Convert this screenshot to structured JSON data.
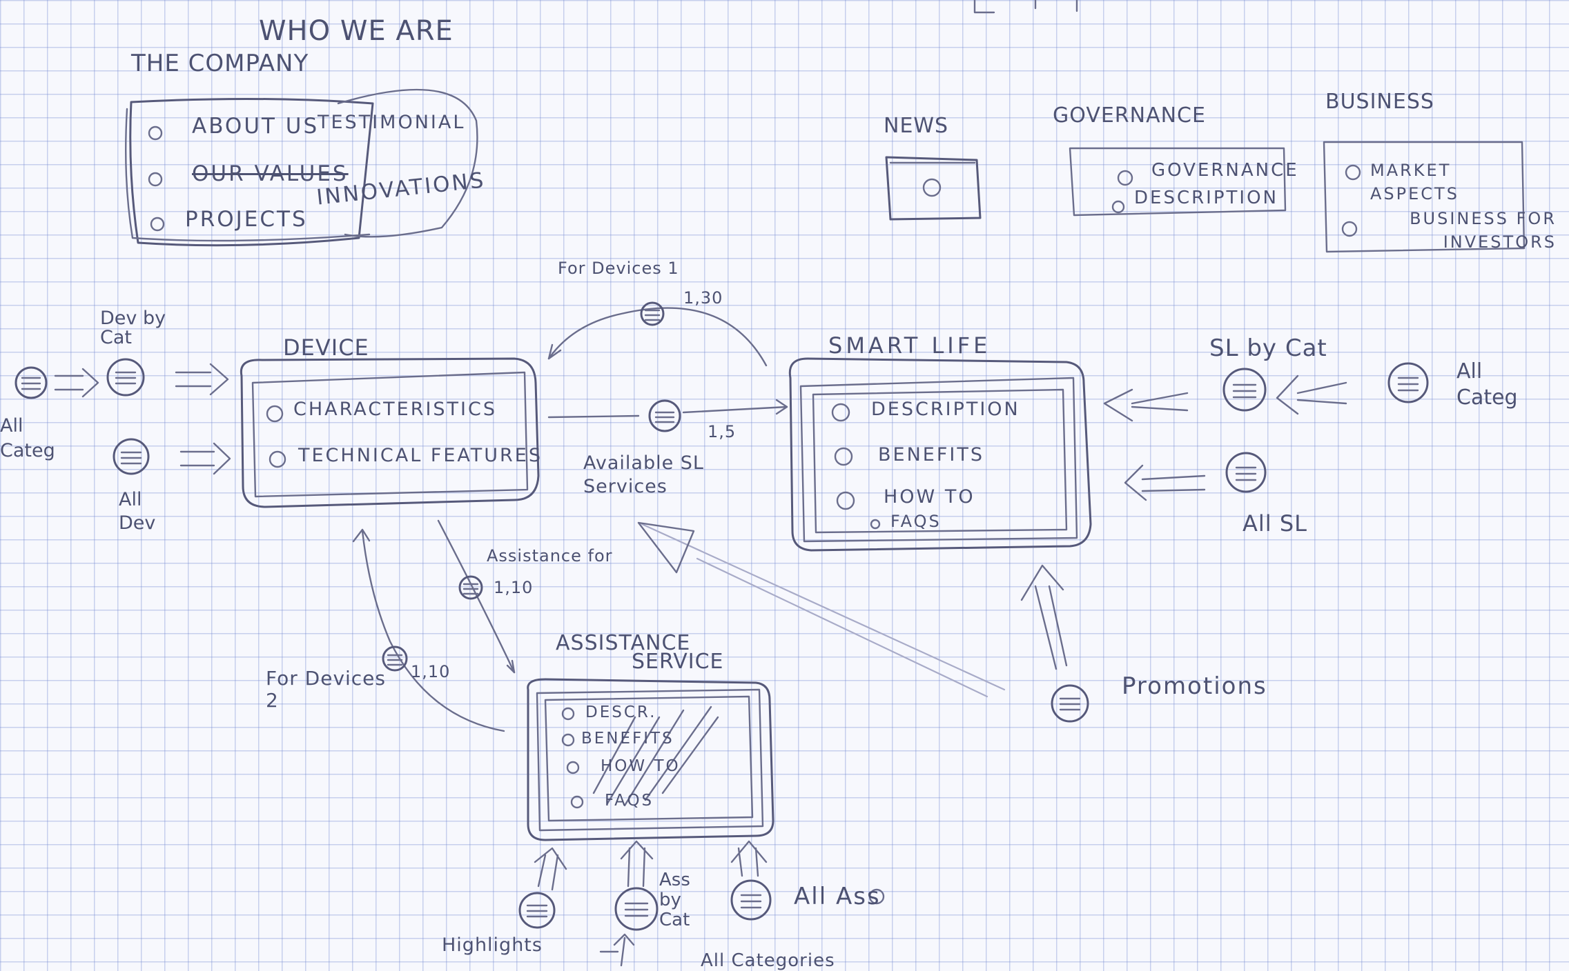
{
  "company": {
    "title_top": "WHO WE ARE",
    "title": "THE COMPANY",
    "items": [
      "ABOUT US",
      "TESTIMONIAL",
      "OUR VALUES",
      "PROJECTS",
      "INNOVATIONS"
    ]
  },
  "news": {
    "title": "NEWS"
  },
  "governance": {
    "title": "GOVERNANCE",
    "items": [
      "GOVERNANCE",
      "DESCRIPTION"
    ]
  },
  "business": {
    "title": "BUSINESS",
    "items": [
      "MARKET ASPECTS",
      "BUSINESS FOR INVESTORS"
    ]
  },
  "device": {
    "title": "DEVICE",
    "items": [
      "CHARACTERISTICS",
      "TECHNICAL FEATURES"
    ],
    "by_cat": "Dev by Cat",
    "all_categ": "All Categ",
    "all_dev": "All Dev"
  },
  "smart_life": {
    "title": "SMART LIFE",
    "items": [
      "DESCRIPTION",
      "BENEFITS",
      "HOW TO",
      "FAQS"
    ],
    "by_cat": "SL by Cat",
    "all_categ": "All Categ",
    "all_sl": "All SL",
    "promotions": "Promotions"
  },
  "assistance": {
    "title_1": "ASSISTANCE",
    "title_2": "SERVICE",
    "items": [
      "DESCR.",
      "BENEFITS",
      "HOW TO",
      "FAQS"
    ],
    "highlights": "Highlights",
    "ass_by_cat": "Ass by Cat",
    "all_ass": "All Ass",
    "all_categories": "All Categories"
  },
  "links": {
    "for_devices_1": "For Devices 1",
    "for_devices_1_card": "1,30",
    "available_sl": "Available SL Services",
    "available_sl_card": "1,5",
    "assistance_for": "Assistance for",
    "assistance_for_card": "1,10",
    "for_devices_2": "For Devices 2",
    "for_devices_2_card": "1,10"
  }
}
